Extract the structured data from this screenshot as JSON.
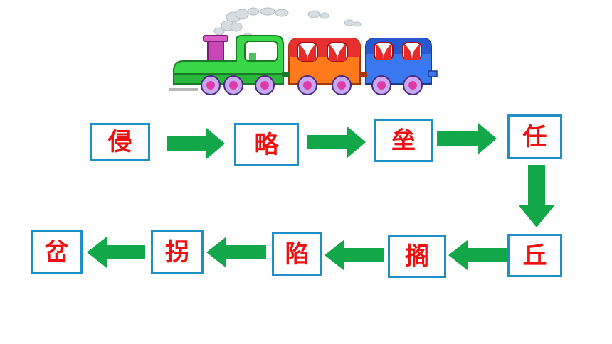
{
  "characters": {
    "top_row": [
      "侵",
      "略",
      "垒",
      "任"
    ],
    "bottom_row": [
      "丘",
      "搁",
      "陷",
      "拐",
      "岔"
    ]
  },
  "colors": {
    "box_border": "#1f8fc8",
    "char_text": "#ee1111",
    "arrow": "#12a84a"
  },
  "decoration": {
    "icon": "cartoon-train-icon"
  }
}
